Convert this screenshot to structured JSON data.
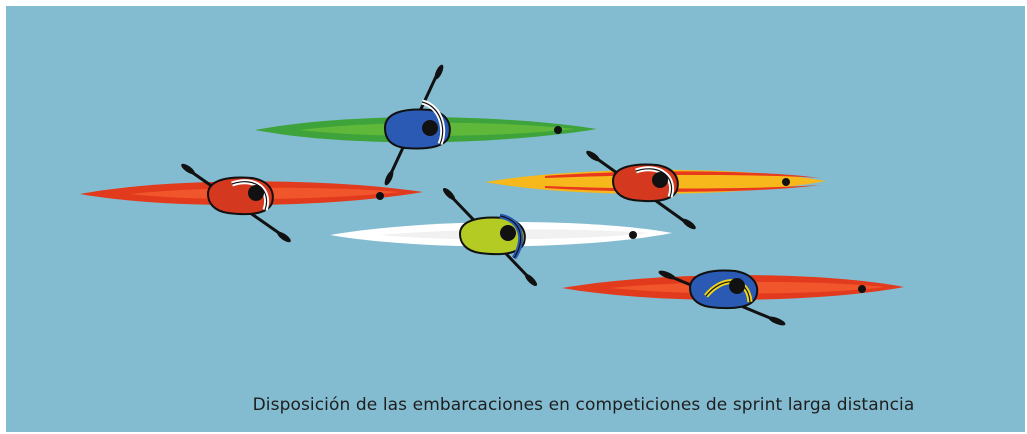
{
  "caption": "Disposición de las embarcaciones en competiciones de sprint larga distancia",
  "colors": {
    "water": "#83bcd0",
    "frame": "#ffffff",
    "paddle": "#111111"
  },
  "kayaks": [
    {
      "id": "green-blue",
      "hull": "#3ea33a",
      "hull_light": "#7cc640",
      "cockpit": "#2a5ab4",
      "helmet_ring": "#ffffff"
    },
    {
      "id": "red-red-left",
      "hull": "#e23a1d",
      "hull_light": "#f25a2f",
      "cockpit": "#d4381f",
      "helmet_ring": "#ffffff"
    },
    {
      "id": "yellow-red",
      "hull": "#f6b81a",
      "hull_light": "#e8391f",
      "cockpit": "#d4381f",
      "helmet_ring": "#ffffff"
    },
    {
      "id": "white-lime",
      "hull": "#ffffff",
      "hull_light": "#f1f1f1",
      "cockpit": "#b3cb22",
      "helmet_ring": "#2a5ab4"
    },
    {
      "id": "red-blue-right",
      "hull": "#e23a1d",
      "hull_light": "#f25a2f",
      "cockpit": "#2a5ab4",
      "helmet_ring": "#f3d51a"
    }
  ]
}
